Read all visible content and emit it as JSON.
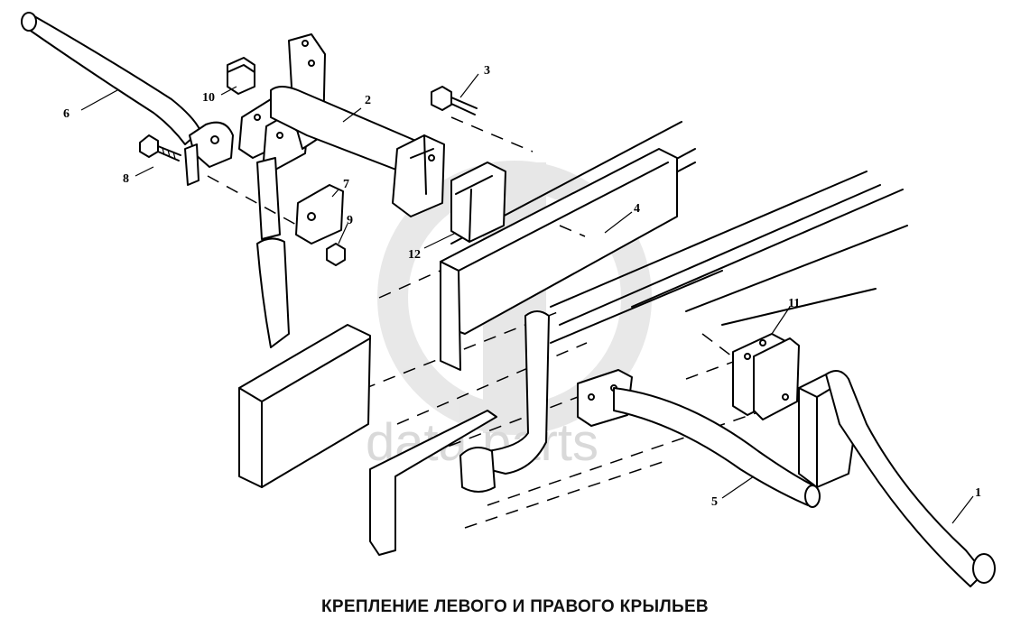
{
  "caption": "КРЕПЛЕНИЕ ЛЕВОГО И ПРАВОГО КРЫЛЬЕВ",
  "watermark": "data parts",
  "callouts": {
    "c1": "1",
    "c2": "2",
    "c3": "3",
    "c4": "4",
    "c5": "5",
    "c6": "6",
    "c7": "7",
    "c8": "8",
    "c9": "9",
    "c10": "10",
    "c11": "11",
    "c12": "12"
  }
}
